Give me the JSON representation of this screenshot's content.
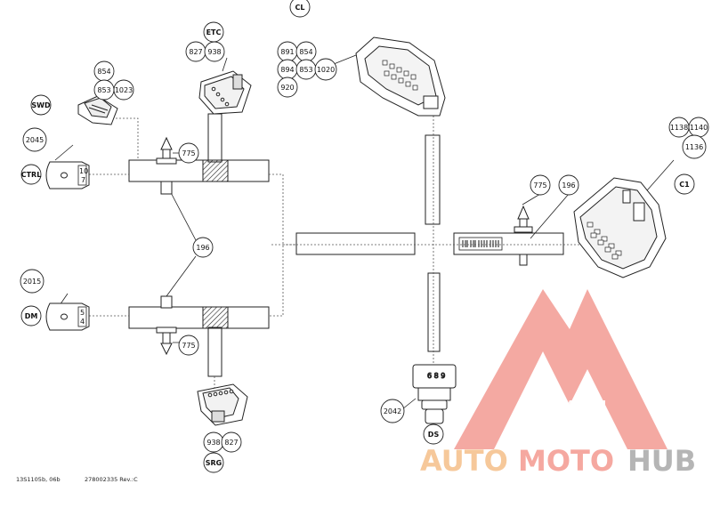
{
  "labels": {
    "cl": "CL",
    "etc": "ETC",
    "swd": "SWD",
    "ctrl": "CTRL",
    "dm": "DM",
    "srg": "SRG",
    "ds": "DS",
    "c1": "C1"
  },
  "callouts": {
    "p854a": "854",
    "p853a": "853",
    "p1023": "1023",
    "p827a": "827",
    "p938a": "938",
    "p891": "891",
    "p854b": "854",
    "p894": "894",
    "p853b": "853",
    "p1020": "1020",
    "p920": "920",
    "p2045": "2045",
    "p775a": "775",
    "p196a": "196",
    "p2015": "2015",
    "p775b": "775",
    "p938b": "938",
    "p827b": "827",
    "p775c": "775",
    "p196b": "196",
    "p1138": "1138",
    "p1140": "1140",
    "p1136": "1136",
    "p2042": "2042"
  },
  "pins": {
    "ctrl_top": "10",
    "ctrl_bot": "7",
    "dm_top": "5",
    "dm_bot": "4",
    "ds": "6 8 9"
  },
  "footer": {
    "code": "13S1105b, 06b",
    "part": "278002335 Rev.:C"
  },
  "brand": {
    "word_auto": "AUTO",
    "word_moto": "MOTO",
    "word_hub": "HUB",
    "color_auto": "#f6c89a",
    "color_moto": "#f5a8a0",
    "color_hub": "#b5b5b5",
    "logo_color": "#f29a92"
  }
}
